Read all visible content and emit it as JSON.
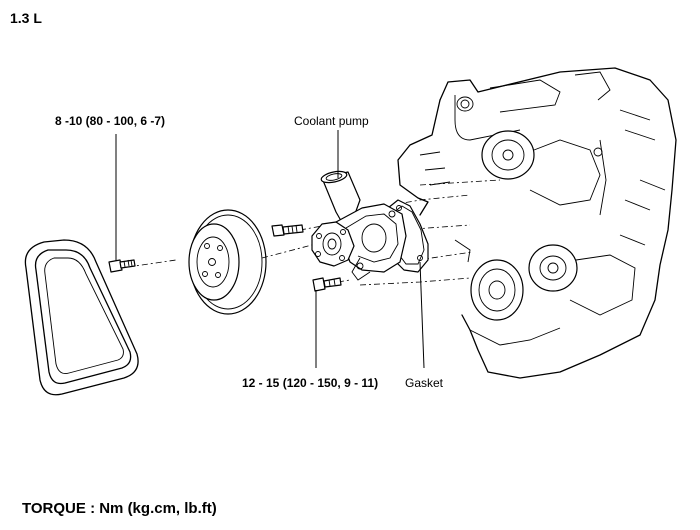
{
  "title": "1.3 L",
  "labels": {
    "bolt_top_torque": "8 -10 (80 - 100, 6 -7)",
    "coolant_pump": "Coolant pump",
    "bolt_bottom_torque": "12 - 15 (120 - 150, 9 - 11)",
    "gasket": "Gasket"
  },
  "footer": "TORQUE : Nm (kg.cm, lb.ft)"
}
